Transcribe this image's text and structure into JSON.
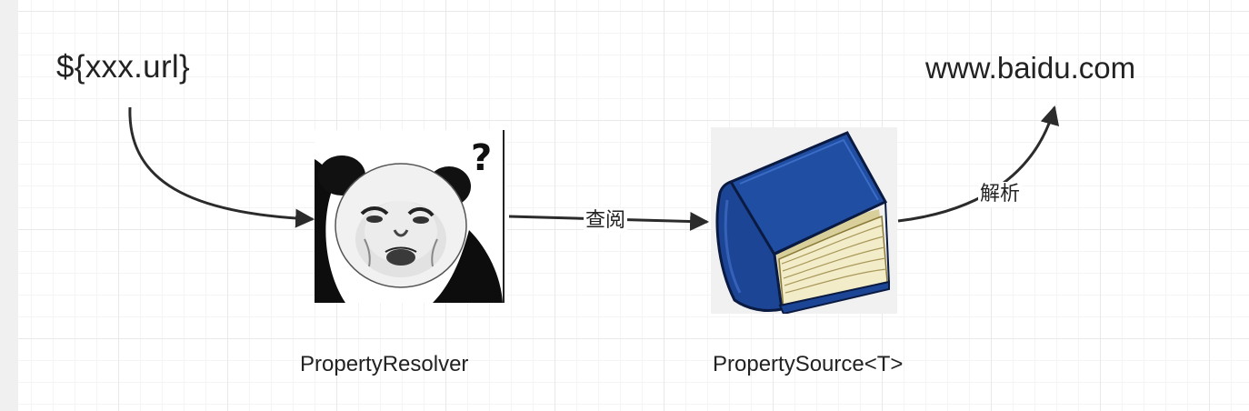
{
  "diagram": {
    "source_expression": "${xxx.url}",
    "target_value": "www.baidu.com",
    "resolver_label": "PropertyResolver",
    "property_source_label": "PropertySource<T>",
    "edge_lookup_label": "查阅",
    "edge_parse_label": "解析"
  },
  "icons": {
    "resolver_image": "confused-panda-meme",
    "property_source_image": "blue-book-icon"
  },
  "colors": {
    "arrow": "#2b2b2b",
    "book_cover": "#1f4ea3",
    "book_pages": "#f3ecc8"
  }
}
